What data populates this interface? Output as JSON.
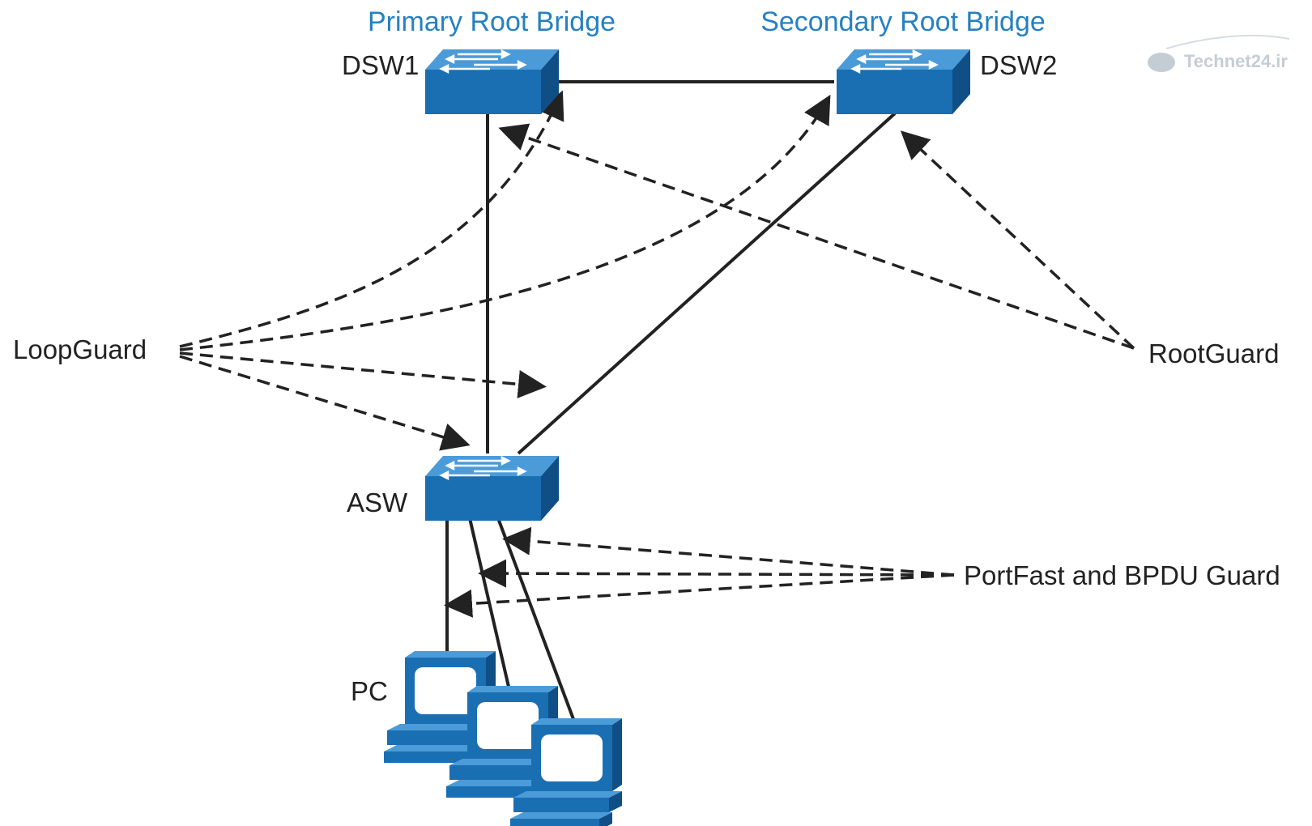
{
  "titles": {
    "primary": "Primary Root Bridge",
    "secondary": "Secondary Root Bridge"
  },
  "devices": {
    "dsw1": "DSW1",
    "dsw2": "DSW2",
    "asw": "ASW",
    "pc": "PC"
  },
  "features": {
    "loopguard": "LoopGuard",
    "rootguard": "RootGuard",
    "portfast": "PortFast and BPDU Guard"
  },
  "watermark": {
    "text": "Technet24.ir"
  },
  "colors": {
    "device_blue": "#1a6fb3",
    "device_dark": "#0f4f86",
    "title_blue": "#2680c2",
    "line": "#222222"
  }
}
